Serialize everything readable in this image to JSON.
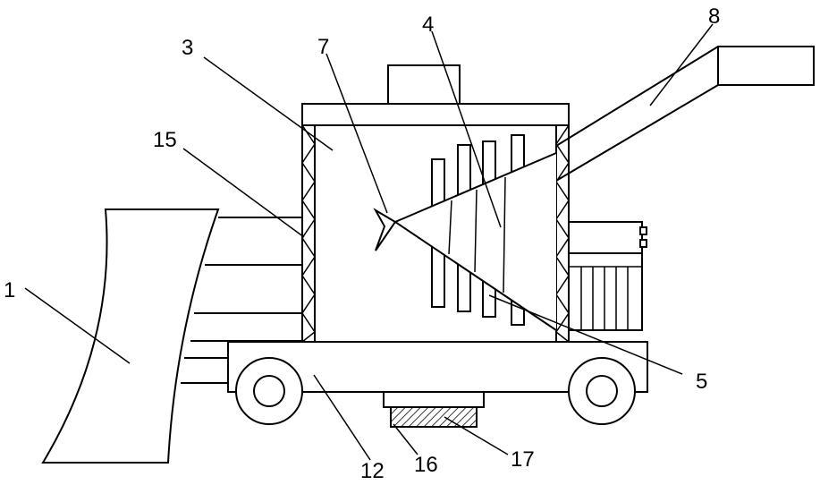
{
  "labels": {
    "l1": "1",
    "l3": "3",
    "l4": "4",
    "l5": "5",
    "l7": "7",
    "l8": "8",
    "l12": "12",
    "l15": "15",
    "l16": "16",
    "l17": "17"
  }
}
